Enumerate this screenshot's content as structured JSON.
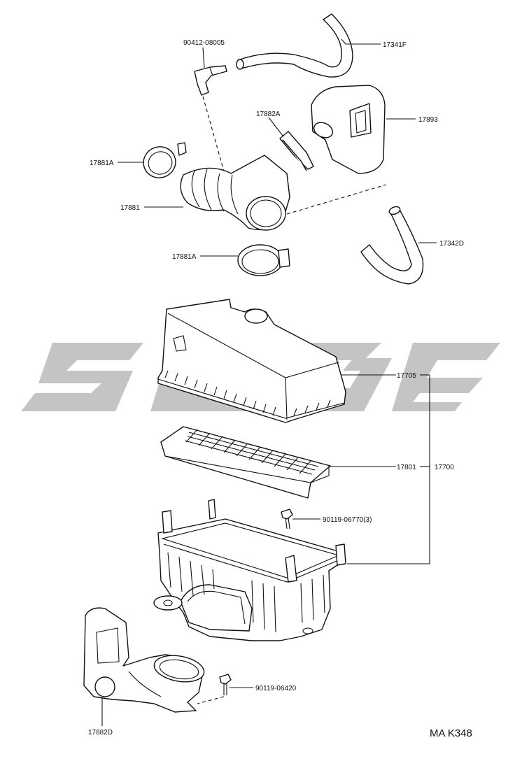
{
  "parts": [
    {
      "id": "p1",
      "code": "90412-08005"
    },
    {
      "id": "p2",
      "code": "17341F"
    },
    {
      "id": "p3",
      "code": "17882A"
    },
    {
      "id": "p4",
      "code": "17893"
    },
    {
      "id": "p5",
      "code": "17881A"
    },
    {
      "id": "p6",
      "code": "17881"
    },
    {
      "id": "p7",
      "code": "17342D"
    },
    {
      "id": "p8",
      "code": "17881A"
    },
    {
      "id": "p9",
      "code": "17705"
    },
    {
      "id": "p10",
      "code": "17801"
    },
    {
      "id": "p11",
      "code": "17700"
    },
    {
      "id": "p12",
      "code": "90119-06770(3)"
    },
    {
      "id": "p13",
      "code": "90119-06420"
    },
    {
      "id": "p14",
      "code": "17882D"
    }
  ],
  "diagram_code": "MA K348"
}
